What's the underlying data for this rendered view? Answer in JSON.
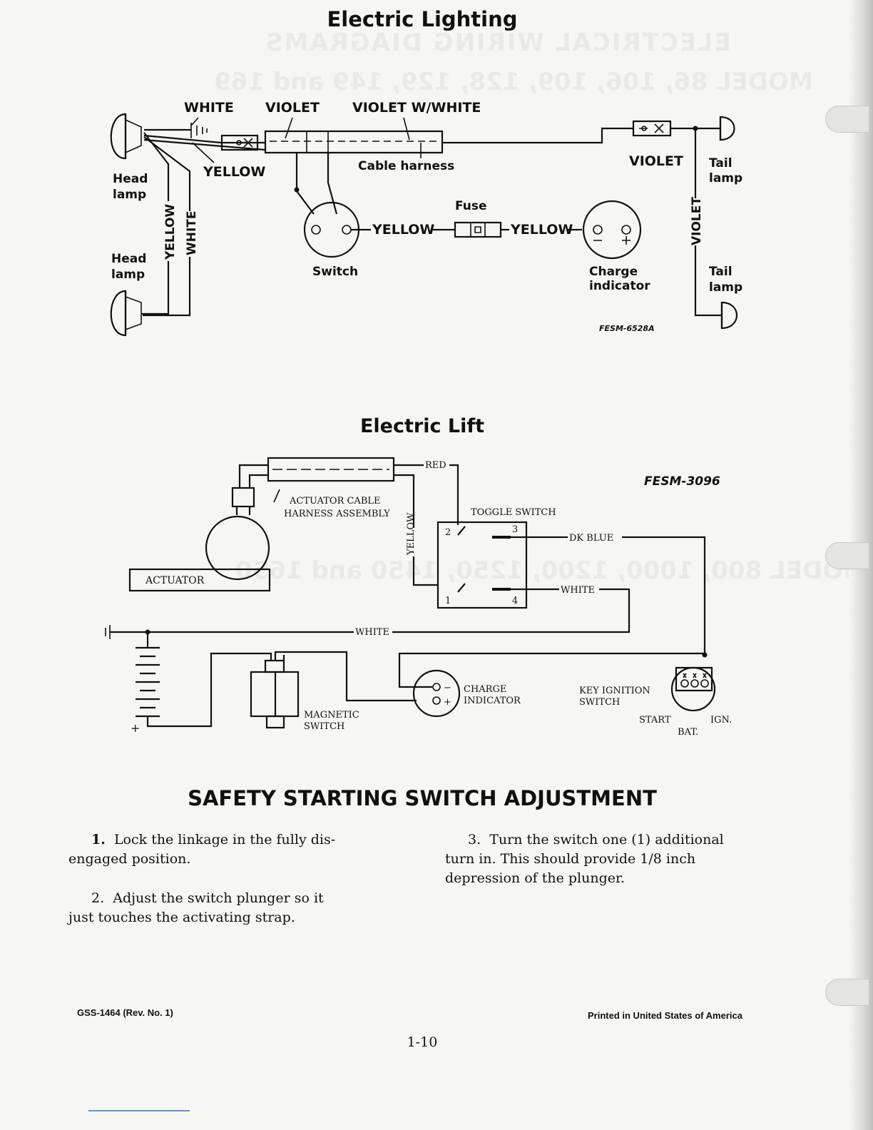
{
  "lighting": {
    "title": "Electric Lighting",
    "labels": {
      "white": "WHITE",
      "violet": "VIOLET",
      "violet_white": "VIOLET W/WHITE",
      "yellow_top": "YELLOW",
      "cable_harness": "Cable harness",
      "head_lamp_1": [
        "Head",
        "lamp"
      ],
      "head_lamp_2": [
        "Head",
        "lamp"
      ],
      "yellow_vert": "YELLOW",
      "white_vert": "WHITE",
      "fuse": "Fuse",
      "yellow_mid_1": "YELLOW",
      "yellow_mid_2": "YELLOW",
      "switch": "Switch",
      "violet_right": "VIOLET",
      "tail_lamp_1": [
        "Tail",
        "lamp"
      ],
      "violet_vert": "VIOLET",
      "tail_lamp_2": [
        "Tail",
        "lamp"
      ],
      "charge_indicator": [
        "Charge",
        "indicator"
      ],
      "figure_id": "FESM-6528A"
    }
  },
  "lift": {
    "title": "Electric Lift",
    "labels": {
      "figure_id": "FESM-3096",
      "red": "RED",
      "actuator_harness": [
        "ACTUATOR CABLE",
        "HARNESS ASSEMBLY"
      ],
      "yellow_vert": "YELLOW",
      "toggle_switch": "TOGGLE SWITCH",
      "pin_2": "2",
      "pin_3": "3",
      "pin_1": "1",
      "pin_4": "4",
      "dk_blue": "DK BLUE",
      "white_1": "WHITE",
      "actuator": "ACTUATOR",
      "white_2": "WHITE",
      "minus_sign": "−",
      "plus_sign": "+",
      "charge_indicator": [
        "CHARGE",
        "INDICATOR"
      ],
      "key_ignition": [
        "KEY IGNITION",
        "SWITCH"
      ],
      "magnetic_switch": [
        "MAGNETIC",
        "SWITCH"
      ],
      "start": "START",
      "ign": "IGN.",
      "bat": "BAT."
    }
  },
  "section": {
    "title": "SAFETY STARTING SWITCH ADJUSTMENT",
    "steps": [
      {
        "num": "1.",
        "lines": [
          "Lock the linkage in the fully dis-",
          "engaged position."
        ]
      },
      {
        "num": "2.",
        "lines": [
          "Adjust the switch plunger so it",
          "just touches the activating strap."
        ]
      },
      {
        "num": "3.",
        "lines": [
          "Turn the switch one (1) additional",
          "turn in.  This should provide 1/8 inch",
          "depression of the plunger."
        ]
      }
    ]
  },
  "footer": {
    "doc_number": "GSS-1464 (Rev. No. 1)",
    "printed": "Printed in United States of America",
    "page_number": "1-10"
  }
}
